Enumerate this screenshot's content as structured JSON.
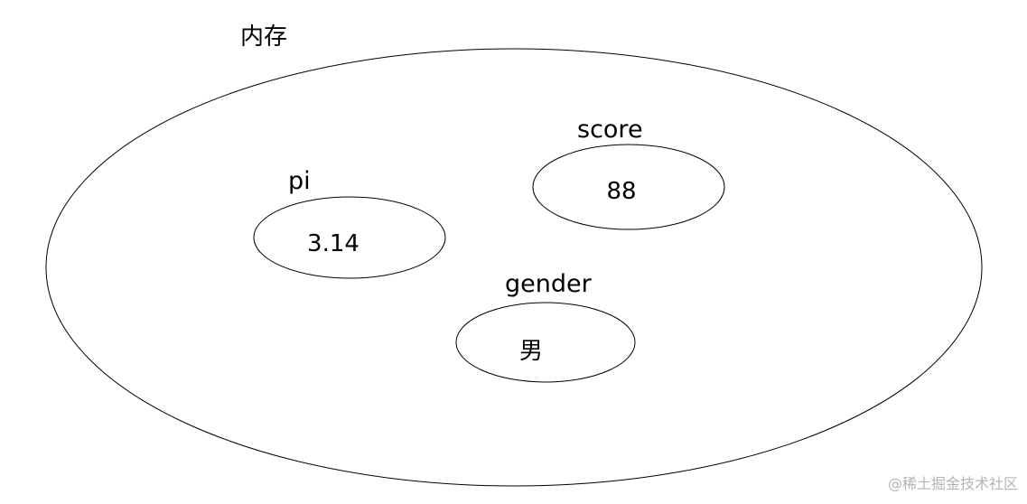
{
  "memory": {
    "title": "内存"
  },
  "variables": [
    {
      "name": "pi",
      "value": "3.14"
    },
    {
      "name": "score",
      "value": "88"
    },
    {
      "name": "gender",
      "value": "男"
    }
  ],
  "watermark": "@稀土掘金技术社区",
  "colors": {
    "stroke": "#000000",
    "background": "#ffffff",
    "watermark": "#b4b4b4"
  }
}
